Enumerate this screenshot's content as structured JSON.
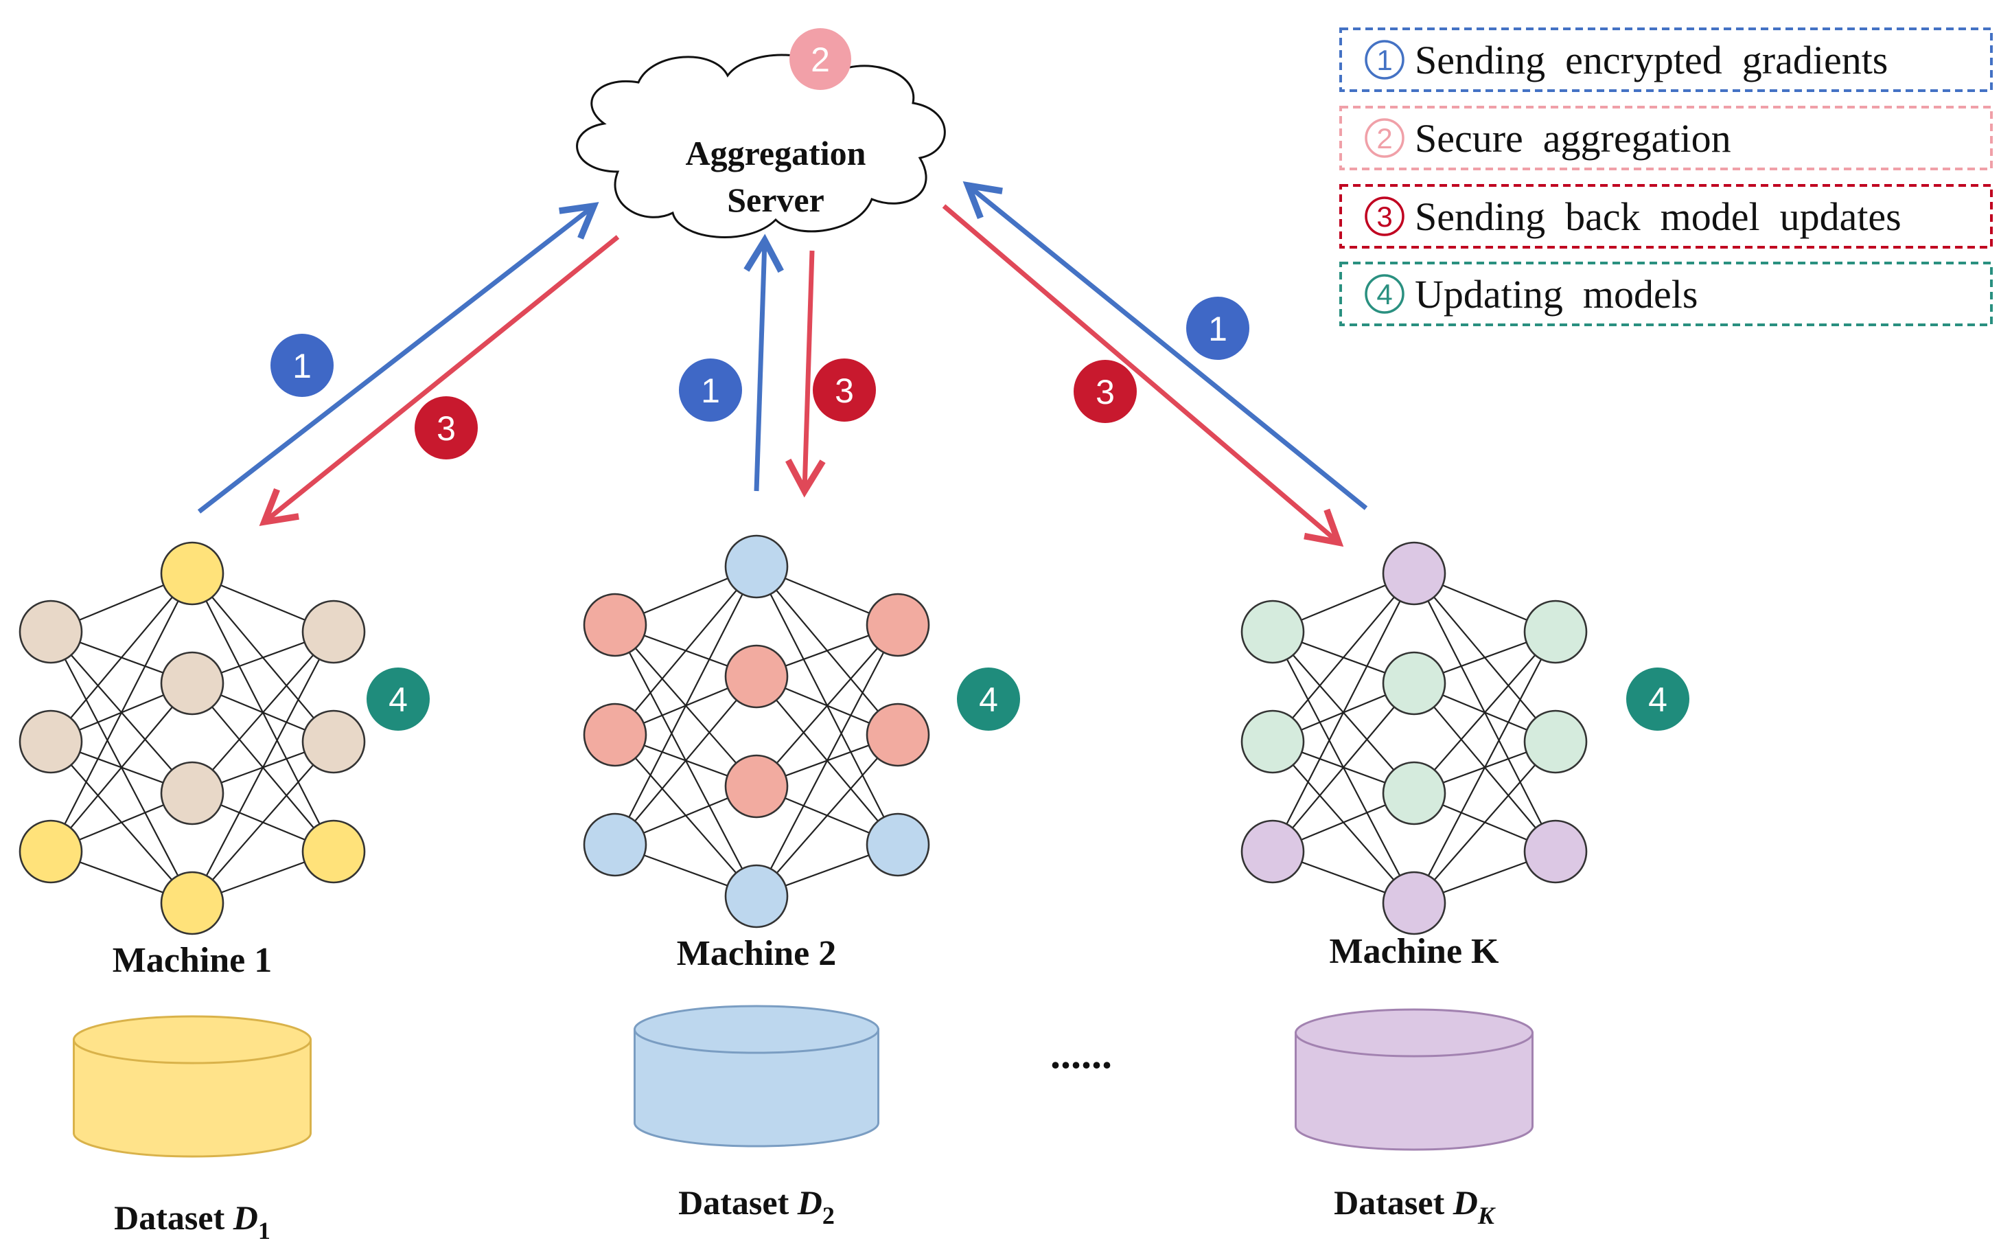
{
  "server": {
    "line1": "Aggregation",
    "line2": "Server",
    "badge": "2"
  },
  "legend": [
    {
      "num": "1",
      "text": "Sending  encrypted  gradients",
      "color": "#4472C4"
    },
    {
      "num": "2",
      "text": "Secure  aggregation",
      "color": "#F0A0A8"
    },
    {
      "num": "3",
      "text": "Sending  back  model  updates",
      "color": "#C00020"
    },
    {
      "num": "4",
      "text": "Updating  models",
      "color": "#2A9080"
    }
  ],
  "machines": [
    {
      "label": "Machine 1",
      "dataset_prefix": "Dataset ",
      "dataset_var": "D",
      "dataset_sub": "1",
      "layer_colors": {
        "input": [
          "#E8D8C8",
          "#E8D8C8",
          "#FFE27A"
        ],
        "hidden": [
          "#FFE27A",
          "#E8D8C8",
          "#E8D8C8",
          "#FFE27A"
        ],
        "output": [
          "#E8D8C8",
          "#E8D8C8",
          "#FFE27A"
        ]
      },
      "db_fill": "#FFE38A",
      "db_stroke": "#D9B24A",
      "update_badge": "4"
    },
    {
      "label": "Machine 2",
      "dataset_prefix": "Dataset ",
      "dataset_var": "D",
      "dataset_sub": "2",
      "layer_colors": {
        "input": [
          "#F2ABA0",
          "#F2ABA0",
          "#BDD7EE"
        ],
        "hidden": [
          "#BDD7EE",
          "#F2ABA0",
          "#F2ABA0",
          "#BDD7EE"
        ],
        "output": [
          "#F2ABA0",
          "#F2ABA0",
          "#BDD7EE"
        ]
      },
      "db_fill": "#BDD7EE",
      "db_stroke": "#7A9DC2",
      "update_badge": "4"
    },
    {
      "label": "Machine K",
      "dataset_prefix": "Dataset ",
      "dataset_var": "D",
      "dataset_sub": "K",
      "layer_colors": {
        "input": [
          "#D5EBDD",
          "#D5EBDD",
          "#DCC8E4"
        ],
        "hidden": [
          "#DCC8E4",
          "#D5EBDD",
          "#D5EBDD",
          "#DCC8E4"
        ],
        "output": [
          "#D5EBDD",
          "#D5EBDD",
          "#DCC8E4"
        ]
      },
      "db_fill": "#DCC8E4",
      "db_stroke": "#A282B0",
      "update_badge": "4"
    }
  ],
  "ellipsis": "......",
  "arrows": {
    "send_badge": "1",
    "return_badge": "3",
    "send_color": "#4472C4",
    "return_color": "#E04858",
    "send_badge_color": "#3F68C6",
    "return_badge_color": "#C8192E",
    "update_badge_color": "#1F8C7C",
    "aggregate_badge_color": "#F2A0A8"
  }
}
